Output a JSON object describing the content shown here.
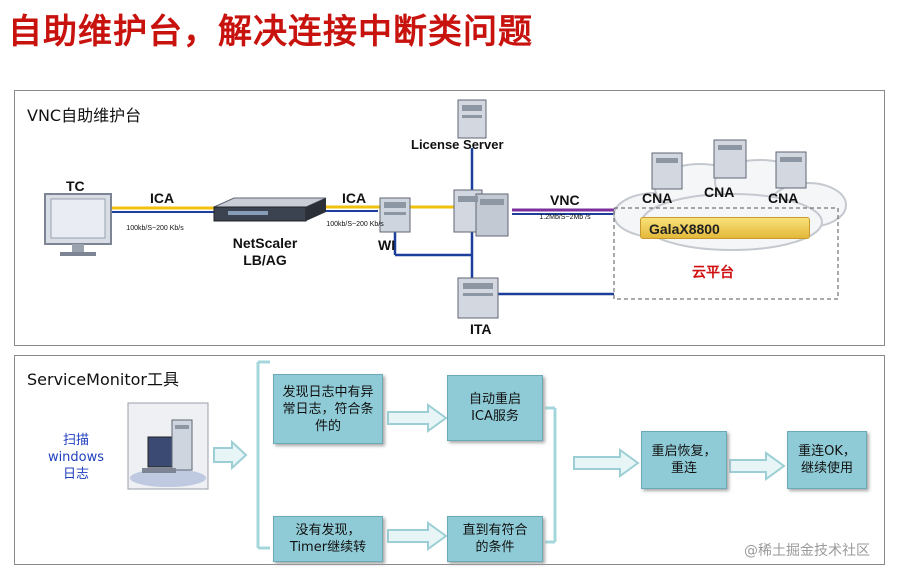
{
  "title": "自助维护台，解决连接中断类问题",
  "top_panel": {
    "title": "VNC自助维护台",
    "labels": {
      "tc": "TC",
      "ica_left": "ICA",
      "ica_left_speed": "100kb/S~200 Kb/s",
      "netscaler": "NetScaler LB/AG",
      "ica_right": "ICA",
      "ica_right_speed": "100kb/S~200 Kb/s",
      "wi": "WI",
      "license_server": "License Server",
      "vnc": "VNC",
      "vnc_speed": "1.2Mb/S~2Mb /s",
      "cna_1": "CNA",
      "cna_2": "CNA",
      "cna_3": "CNA",
      "galax": "GalaX8800",
      "cloud_platform": "云平台",
      "ita": "ITA"
    },
    "line_colors": {
      "ica": "#f2c10f",
      "vnc": "#7b2f9b",
      "network": "#1c3f9c"
    }
  },
  "bottom_panel": {
    "title": "ServiceMonitor工具",
    "scan_label": "扫描 windows 日志",
    "boxes": {
      "found": "发现日志中有异常日志，符合条件的",
      "auto_restart": "自动重启ICA服务",
      "not_found": "没有发现，Timer继续转",
      "until": "直到有符合的条件",
      "restore": "重启恢复，重连",
      "reconnect_ok": "重连OK，继续使用"
    }
  },
  "watermark": "@稀土掘金技术社区"
}
